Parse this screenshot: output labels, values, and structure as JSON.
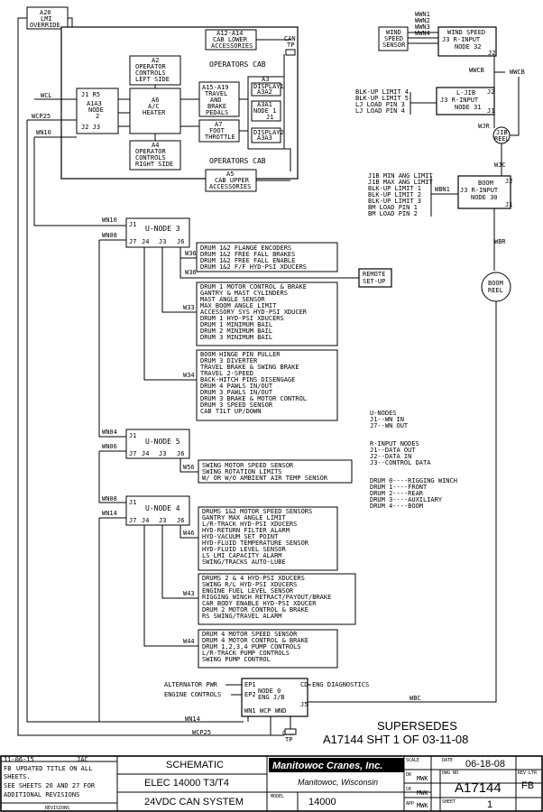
{
  "topleft": {
    "a20": "A20",
    "lmi": "LMI",
    "override": "OVERRIDE"
  },
  "cab": {
    "a12": "A12-A14",
    "a12b": "CAB LOWER",
    "a12c": "ACCESSORIES",
    "can_tp": [
      "CAN",
      "TP"
    ],
    "title_top": "OPERATORS CAB",
    "title_bottom": "OPERATORS CAB",
    "a2": [
      "A2",
      "OPERATOR",
      "CONTROLS",
      "LEFT SIDE"
    ],
    "a1": [
      "J1  R5",
      "A1A3",
      "NODE",
      "2",
      "J2  J3"
    ],
    "a6": [
      "A6",
      "A/C",
      "HEATER"
    ],
    "a4": [
      "A4",
      "OPERATOR",
      "CONTROLS",
      "RIGHT SIDE"
    ],
    "a15": [
      "A15-A19",
      "TRAVEL",
      "AND",
      "BRAKE",
      "PEDALS"
    ],
    "a7": [
      "A7",
      "FOOT",
      "THROTTLE"
    ],
    "a3": "A3",
    "disp1": [
      "DISPLAY1",
      "A3A2"
    ],
    "a3a1": [
      "A3A1",
      "NODE 1",
      "J1"
    ],
    "disp2": [
      "DISPLAY2",
      "A3A3"
    ],
    "a5": [
      "A5",
      "CAB UPPER",
      "ACCESSORIES"
    ]
  },
  "wires_left": {
    "wcl": "WCL",
    "wcp25": "WCP25",
    "wn10a": "WN10",
    "wn10b": "WN10",
    "wn08": "WN08",
    "wn04": "WN04",
    "wn06": "WN06",
    "wn08b": "WN08",
    "wn14": "WN14",
    "wn14b": "WN14",
    "wcp25b": "WCP25"
  },
  "right": {
    "wwn": [
      "WWN1",
      "WWN2",
      "WWN3",
      "WWN4"
    ],
    "wind_sensor": [
      "WIND",
      "SPEED",
      "SENSOR"
    ],
    "wind_node": [
      "WIND SPEED",
      "J3 R-INPUT",
      "NODE 32"
    ],
    "j2a": "J2",
    "wwcb": "WWCB",
    "wwcb2": "WWCB",
    "blk_list": [
      "BLK-UP LIMIT 4",
      "BLK-UP LIMIT 5",
      "LJ LOAD PIN 3",
      "LJ LOAD PIN 4"
    ],
    "ljib": [
      "L-JIB",
      "J3 R-INPUT",
      "NODE 31"
    ],
    "j2b": "J2",
    "j1b": "J1",
    "wjr": "WJR",
    "jib_reel": [
      "JIB",
      "REEL"
    ],
    "wjc": "WJC",
    "boom_list": [
      "J1B MIN ANG LIMIT",
      "J1B MAX ANG LIMIT",
      "BLK-UP LIMIT 1",
      "BLK-UP LIMIT 2",
      "BLK-UP LIMIT 3",
      "BM LOAD PIN 1",
      "BM LOAD PIN 2"
    ],
    "wbn1": "WBN1",
    "boom_node": [
      "BOOM",
      "J3 R-INPUT",
      "NODE 30"
    ],
    "j2c": "J2",
    "j1c": "J1",
    "wbr": "WBR",
    "boom_reel": [
      "BOOM",
      "REEL"
    ]
  },
  "unode3": {
    "title": "U-NODE 3",
    "j1": "J1",
    "j7": "J7",
    "j4": "J4",
    "j3": "J3",
    "j6": "J6",
    "w36": "W36",
    "w36b": "W36",
    "w33": "W33",
    "w34": "W34",
    "list1": [
      "DRUM 1&2 FLANGE ENCODERS",
      "DRUM 1&2 FREE FALL BRAKES",
      "DRUM 1&2 FREE FALL ENABLE",
      "DRUM 1&2 F/F HYD-PSI XDUCERS"
    ],
    "remote": [
      "REMOTE",
      "SET-UP"
    ],
    "list2": [
      "DRUM 1 MOTOR CONTROL & BRAKE",
      "GANTRY & MAST CYLINDERS",
      "MAST ANGLE SENSOR",
      "MAX BOOM ANGLE LIMIT",
      "ACCESSORY SYS HYD-PSI XDUCER",
      "DRUM 1 HYD-PSI XDUCERS",
      "DRUM 1 MINIMUM BAIL",
      "DRUM 2 MINIMUM BAIL",
      "DRUM 3 MINIMUM BAIL"
    ],
    "list3": [
      "BOOM HINGE PIN PULLER",
      "DRUM 3 DIVERTER",
      "TRAVEL BRAKE & SWING BRAKE",
      "TRAVEL 2-SPEED",
      "BACK-HITCH PINS DISENGAGE",
      "DRUM 4 PAWLS IN/OUT",
      "DRUM 3 PAWLS IN/OUT",
      "DRUM 3 BRAKE & MOTOR CONTROL",
      "DRUM 3 SPEED SENSOR",
      "CAB TILT UP/DOWN"
    ]
  },
  "unode5": {
    "title": "U-NODE 5",
    "j1": "J1",
    "j7": "J7",
    "j4": "J4",
    "j3": "J3",
    "j6": "J6",
    "w56": "W56",
    "list": [
      "SWING MOTOR SPEED SENSOR",
      "SWING ROTATION LIMITS",
      "W/ OR W/O AMBIENT AIR TEMP SENSOR"
    ]
  },
  "unode4": {
    "title": "U-NODE 4",
    "j1": "J1",
    "j7": "J7",
    "j4": "J4",
    "j3": "J3",
    "j6": "J6",
    "w46": "W46",
    "w43": "W43",
    "w44": "W44",
    "list1": [
      "DRUMS 1&2 MOTOR SPEED SENSORS",
      "GANTRY MAX ANGLE LIMIT",
      "L/R-TRACK HYD-PSI XDUCERS",
      "HYD-RETURN FILTER ALARM",
      "HYD-VACUUM SET POINT",
      "HYD-FLUID TEMPERATURE SENSOR",
      "HYD-FLUID LEVEL SENSOR",
      "LS LMI CAPACITY ALARM",
      "SWING/TRACKS AUTO-LUBE"
    ],
    "list2": [
      "DRUMS 2 & 4    HYD-PSI XDUCERS",
      "SWING R/L      HYD-PSI XDUCERS",
      "ENGINE FUEL LEVEL SENSOR",
      "RIGGING WINCH RETRACT/PAYOUT/BRAKE",
      "CAR BODY ENABLE HYD-PSI XDUCER",
      "DRUM 2 MOTOR CONTROL & BRAKE",
      "RS SWING/TRAVEL ALARM"
    ],
    "list3": [
      "DRUM 4 MOTOR SPEED SENSOR",
      "DRUM 4 MOTOR CONTROL & BRAKE",
      "DRUM 1,2,3,4 PUMP CONTROLS",
      "L/R-TRACK     PUMP CONTROLS",
      "SWING PUMP CONTROL"
    ]
  },
  "legend": {
    "unodes": [
      "U-NODES",
      "J1--WN IN",
      "J7--WN OUT"
    ],
    "rinput": [
      "R-INPUT NODES",
      "J1--DATA OUT",
      "J2--DATA IN",
      "J3--CONTROL DATA"
    ],
    "drums": [
      "DRUM 0----RIGGING WINCH",
      "DRUM 1----FRONT",
      "DRUM 2----REAR",
      "DRUM 3----AUXILIARY",
      "DRUM 4----BOOM"
    ]
  },
  "node0": {
    "alt": "ALTERNATOR PWR",
    "eng": "ENGINE CONTROLS",
    "ep1": "EP1",
    "ep2": "EP2",
    "cd": "CD",
    "j5": "J5",
    "lines": [
      "NODE 0",
      "ENG J/B"
    ],
    "bottom": "WN1  WCP  WND",
    "eng_diag": "ENG DIAGNOSTICS",
    "wbc": "WBC",
    "can_tp": [
      "CAN",
      "TP"
    ]
  },
  "supersedes": [
    "SUPERSEDES",
    "A17144 SHT 1 OF 03-11-08"
  ],
  "titleblock": {
    "rev_date": "11-06-15",
    "rev_by": "JAC",
    "rev_letter": "FB",
    "rev_note": [
      "UPDATED TITLE ON ALL",
      "SHEETS.",
      "SEE SHEETS 26 AND 27 FOR",
      "ADDITIONAL REVISIONS"
    ],
    "revisions": "REVISIONS",
    "desc": [
      "SCHEMATIC",
      "ELEC 14000 T3/T4",
      "24VDC CAN SYSTEM"
    ],
    "model_label": "MODEL",
    "model": "14000",
    "company": "Manitowoc Cranes, Inc.",
    "city": "Manitowoc, Wisconsin",
    "dr_label": "DR",
    "ck_label": "CK",
    "app_label": "APP",
    "dr": "MWK",
    "ck": "MWK",
    "app": "MWK",
    "scale_label": "SCALE",
    "date_label": "DATE",
    "date": "06-18-08",
    "dwg_label": "DWG NO",
    "dwg": "A17144",
    "rev_ltr_label": "REV LTR",
    "rev_ltr": "FB",
    "sheet_label": "SHEET",
    "sheet": "1"
  }
}
